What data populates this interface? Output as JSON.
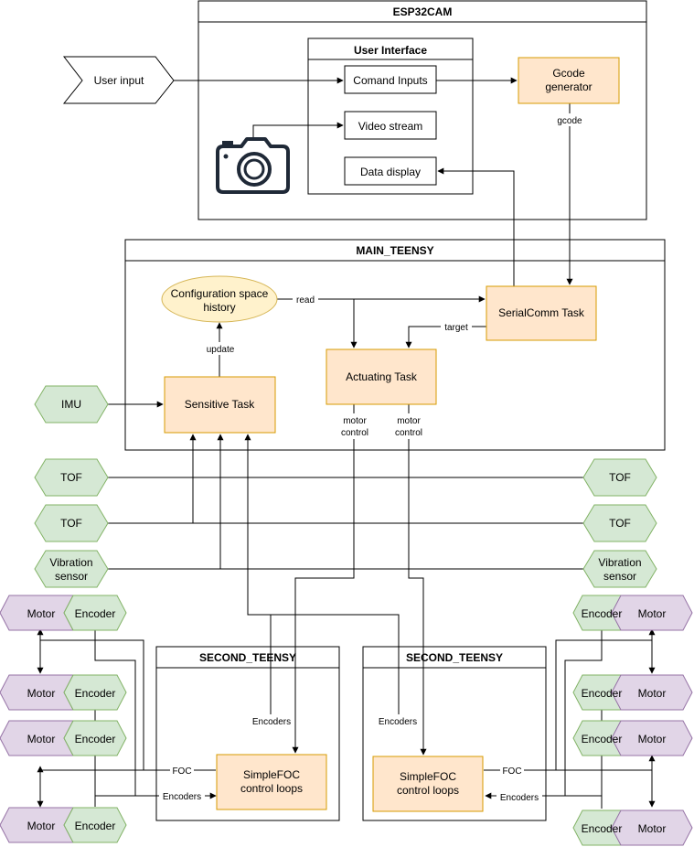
{
  "containers": {
    "esp32cam": "ESP32CAM",
    "user_interface": "User Interface",
    "main_teensy": "MAIN_TEENSY",
    "second_teensy_left": "SECOND_TEENSY",
    "second_teensy_right": "SECOND_TEENSY"
  },
  "nodes": {
    "user_input": "User input",
    "command_inputs": "Comand Inputs",
    "video_stream": "Video stream",
    "data_display": "Data display",
    "gcode_generator_line1": "Gcode",
    "gcode_generator_line2": "generator",
    "config_history_line1": "Configuration space",
    "config_history_line2": "history",
    "serialcomm_task": "SerialComm Task",
    "actuating_task": "Actuating Task",
    "sensitive_task": "Sensitive Task",
    "imu": "IMU",
    "tof": "TOF",
    "vibration_line1": "Vibration",
    "vibration_line2": "sensor",
    "motor": "Motor",
    "encoder": "Encoder",
    "simplefoc_line1": "SimpleFOC",
    "simplefoc_line2": "control loops"
  },
  "edge_labels": {
    "gcode": "gcode",
    "read": "read",
    "target": "target",
    "update": "update",
    "motor_control_line1": "motor",
    "motor_control_line2": "control",
    "encoders": "Encoders",
    "foc": "FOC"
  },
  "colors": {
    "task_fill": "#ffe6cc",
    "task_stroke": "#d79b00",
    "sensor_fill": "#d5e8d4",
    "sensor_stroke": "#82b366",
    "motor_fill": "#e1d5e7",
    "motor_stroke": "#9673a6",
    "history_fill": "#fff2cc",
    "history_stroke": "#d6b656",
    "camera": "#1f2937"
  },
  "icons": {
    "camera": "camera-icon"
  }
}
